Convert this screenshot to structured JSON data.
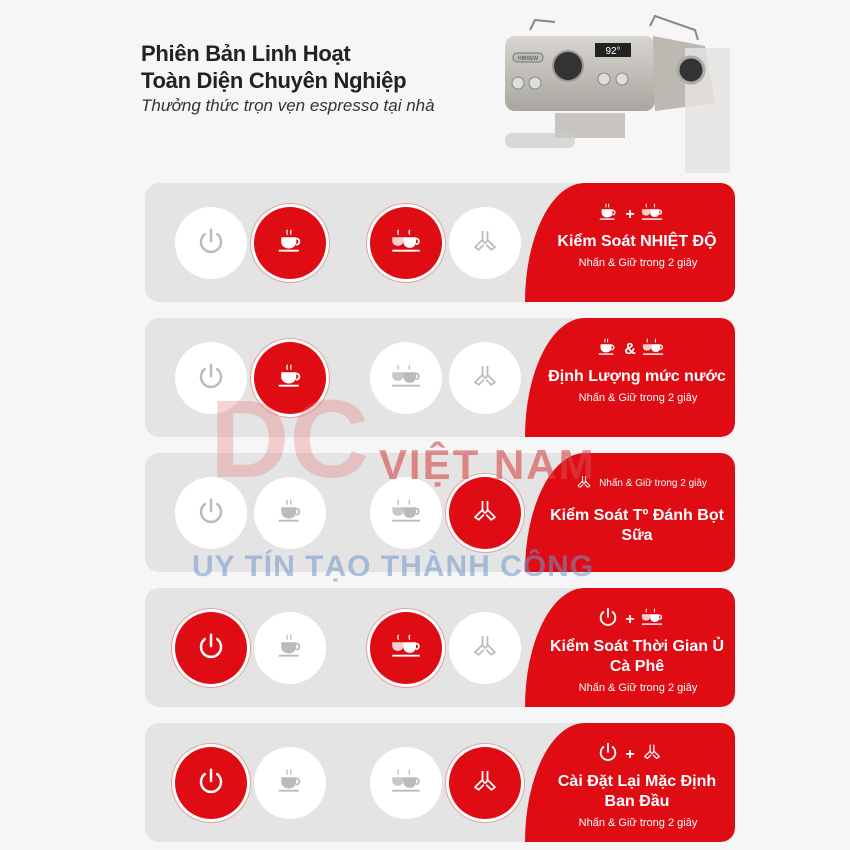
{
  "header": {
    "title_line1": "Phiên Bản Linh Hoạt",
    "title_line2": "Toàn Diện Chuyên Nghiệp",
    "subtitle": "Thưởng thức trọn vẹn espresso tại nhà"
  },
  "machine": {
    "display": "92°",
    "brand": "HIBREW"
  },
  "hold_hint": "Nhấn & Giữ trong 2 giây",
  "cards": [
    {
      "states": [
        false,
        true,
        true,
        false
      ],
      "combo": [
        "cup-icon",
        "+",
        "double-cup-icon"
      ],
      "title": "Kiểm Soát NHIỆT ĐỘ"
    },
    {
      "states": [
        false,
        true,
        false,
        false
      ],
      "combo": [
        "cup-icon",
        "&",
        "double-cup-icon"
      ],
      "title": "Định Lượng mức nước"
    },
    {
      "states": [
        false,
        false,
        false,
        true
      ],
      "combo": [
        "steam-icon"
      ],
      "title": "Kiểm Soát Tº Đánh Bọt Sữa",
      "inline_hint": true
    },
    {
      "states": [
        true,
        false,
        true,
        false
      ],
      "combo": [
        "power-icon",
        "+",
        "double-cup-icon"
      ],
      "title": "Kiểm Soát Thời Gian Ủ Cà Phê"
    },
    {
      "states": [
        true,
        false,
        false,
        true
      ],
      "combo": [
        "power-icon",
        "+",
        "steam-icon"
      ],
      "title": "Cài Đặt Lại Mặc Định Ban Đầu"
    }
  ],
  "buttons": [
    "power-icon",
    "cup-icon",
    "double-cup-icon",
    "steam-icon"
  ],
  "watermark": {
    "logo": "DC",
    "brand": "VIỆT NAM",
    "slogan": "UY TÍN TẠO THÀNH CÔNG"
  },
  "colors": {
    "accent": "#e00c14",
    "card": "#e4e4e4"
  }
}
